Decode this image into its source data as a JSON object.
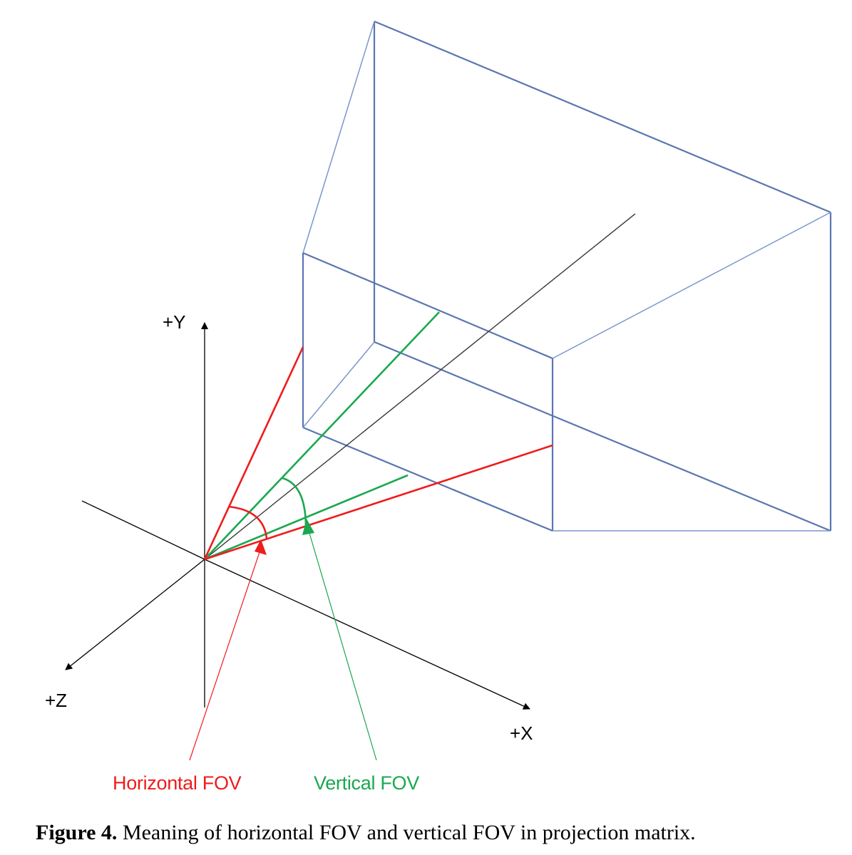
{
  "axes": {
    "y_label": "+Y",
    "z_label": "+Z",
    "x_label": "+X"
  },
  "labels": {
    "horizontal_fov": "Horizontal FOV",
    "vertical_fov": "Vertical FOV"
  },
  "caption": {
    "label": "Figure 4.",
    "text": " Meaning of horizontal FOV and vertical FOV in projection matrix."
  },
  "colors": {
    "frustum": "#5b76b0",
    "frustum_light": "#7a96cc",
    "horizontal_fov": "#ee1c1c",
    "vertical_fov": "#1aa84f",
    "axis": "#000000",
    "center_line": "#3a3a3a"
  }
}
